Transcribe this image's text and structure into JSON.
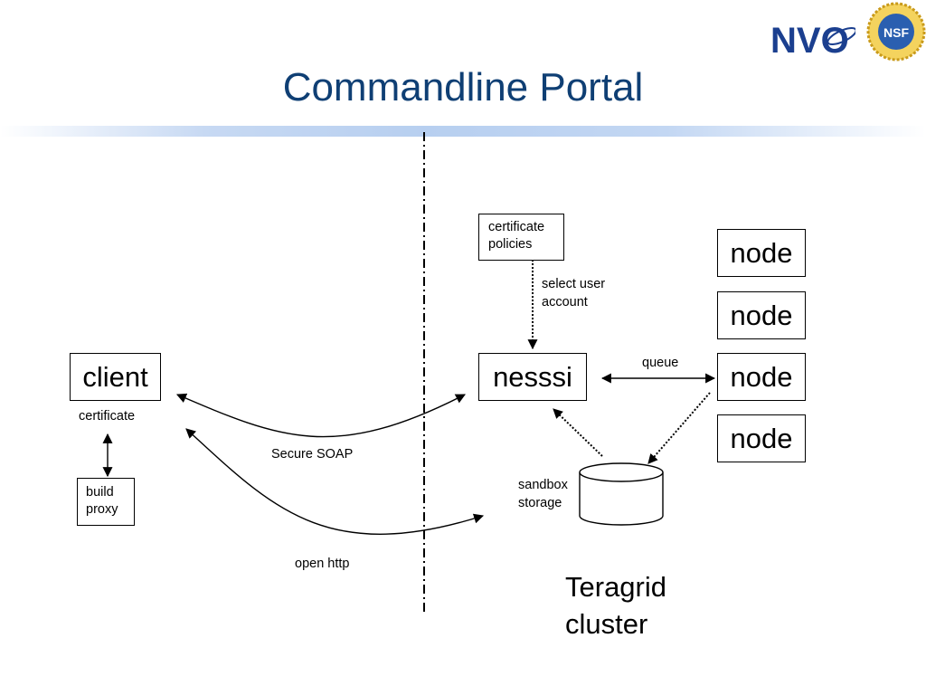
{
  "slide": {
    "title": "Commandline Portal",
    "logos": {
      "nvo_text": "NVO",
      "nsf_text": "NSF"
    }
  },
  "nodes": {
    "client": "client",
    "certificate_label": "certificate",
    "build_proxy": "build\nproxy",
    "nesssi": "nesssi",
    "cert_policies": "certificate\npolicies",
    "select_user_account": "select user\naccount",
    "queue": "queue",
    "cluster_nodes": [
      "node",
      "node",
      "node",
      "node"
    ],
    "sandbox_storage": "sandbox\nstorage",
    "cluster_label": "Teragrid\ncluster"
  },
  "edges": {
    "secure_soap": "Secure SOAP",
    "open_http": "open http"
  }
}
